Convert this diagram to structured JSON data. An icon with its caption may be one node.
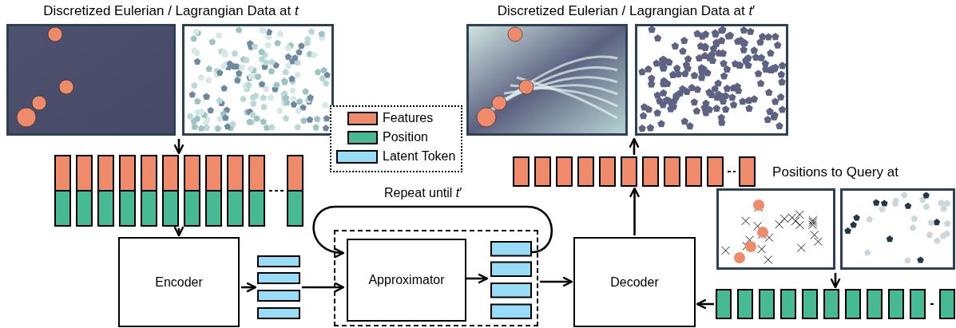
{
  "diagram": {
    "nodes": [
      {
        "text": [
          "Discretized Eulerian / Lagrangian Data at *t*"
        ]
      },
      {
        "text": [],
        "shape": "picture",
        "in": 0
      },
      {
        "text": [],
        "shape": "picture",
        "in": 0
      },
      {
        "text": [],
        "shape": "bar"
      },
      {
        "text": [
          "Encoder"
        ]
      },
      {
        "text": [],
        "shape": "bar"
      },
      {
        "text": [],
        "shape": "box"
      },
      {
        "text": [
          "Approximator"
        ],
        "in": 6
      },
      {
        "text": [],
        "shape": "bar",
        "in": 6
      },
      {
        "text": [
          "Decoder"
        ]
      },
      {
        "text": [],
        "shape": "bar"
      },
      {
        "text": [
          "Discretized Eulerian / Lagrangian Data at *t*′"
        ]
      },
      {
        "text": [],
        "shape": "picture",
        "in": 11
      },
      {
        "text": [],
        "shape": "picture",
        "in": 11
      },
      {
        "text": [
          "Positions to Query at"
        ]
      },
      {
        "text": [],
        "shape": "picture",
        "in": 14
      },
      {
        "text": [],
        "shape": "picture",
        "in": 14
      },
      {
        "text": [],
        "shape": "bar"
      }
    ],
    "edges": [
      {
        "from": 0,
        "to": 3,
        "arrow": "to"
      },
      {
        "from": 3,
        "to": 4,
        "arrow": "to"
      },
      {
        "from": 4,
        "to": 5,
        "arrow": "to"
      },
      {
        "from": 5,
        "to": 7,
        "arrow": "to"
      },
      {
        "from": 7,
        "to": 8,
        "arrow": "to"
      },
      {
        "from": 6,
        "to": 9,
        "arrow": "to"
      },
      {
        "from": 8,
        "to": 7,
        "arrow": "to",
        "label": "Repeat until *t*′"
      },
      {
        "from": 9,
        "to": 10,
        "arrow": "to"
      },
      {
        "from": 10,
        "to": 11,
        "arrow": "to"
      },
      {
        "from": 14,
        "to": 17,
        "arrow": "to"
      },
      {
        "from": 17,
        "to": 9,
        "arrow": "to"
      }
    ],
    "legend": [
      {
        "text": "Features",
        "color": "#ef8a6a"
      },
      {
        "text": "Position",
        "color": "#46b995"
      },
      {
        "text": "Latent Token",
        "color": "#99dcf7"
      }
    ]
  }
}
